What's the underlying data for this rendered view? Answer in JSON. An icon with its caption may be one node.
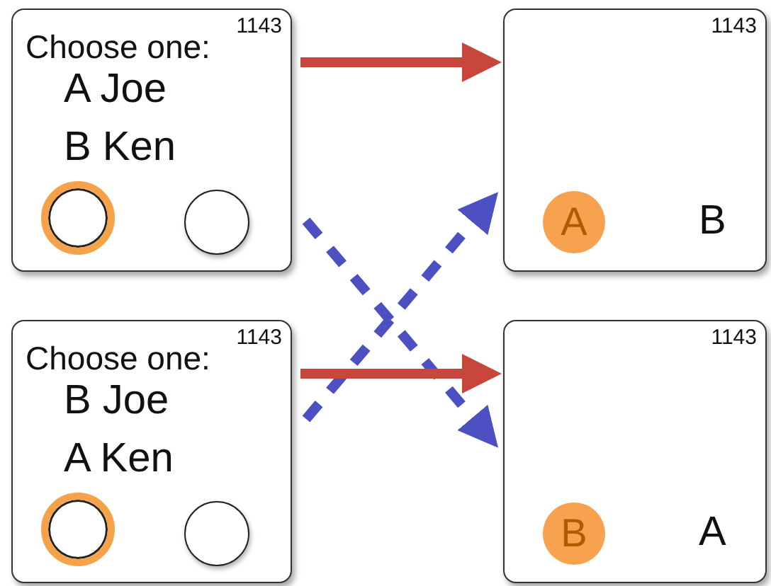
{
  "diagram": {
    "nodes": [
      {
        "text": [
          "1143",
          "Choose one:",
          "A Joe",
          "B Ken"
        ]
      },
      {
        "text": [],
        "shape": "circle",
        "in": 0
      },
      {
        "text": [],
        "shape": "circle",
        "in": 0
      },
      {
        "text": [
          "1143",
          "A",
          "B"
        ]
      },
      {
        "text": [
          "1143",
          "Choose one:",
          "B Joe",
          "A Ken"
        ]
      },
      {
        "text": [],
        "shape": "circle",
        "in": 4
      },
      {
        "text": [],
        "shape": "circle",
        "in": 4
      },
      {
        "text": [
          "1143",
          "B",
          "A"
        ]
      }
    ],
    "edges": [
      {
        "from": 0,
        "to": 3,
        "arrow": "to",
        "color": "#c8463c"
      },
      {
        "from": 0,
        "to": 7,
        "arrow": "to",
        "style": "dashed",
        "color": "#4c50c2"
      },
      {
        "from": 4,
        "to": 3,
        "arrow": "to",
        "style": "dashed",
        "color": "#4c50c2"
      },
      {
        "from": 4,
        "to": 7,
        "arrow": "to",
        "color": "#c8463c"
      }
    ]
  }
}
